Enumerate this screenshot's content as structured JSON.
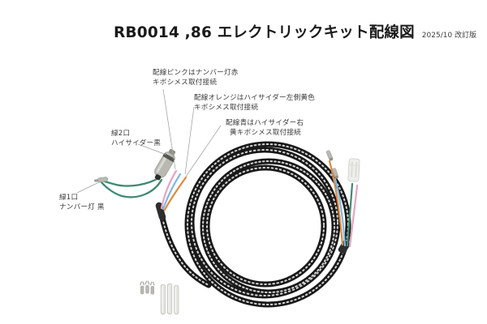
{
  "title": {
    "main": "RB0014 ,86 エレクトリックキット配線図",
    "revision": "2025/10 改訂版"
  },
  "callouts": {
    "pink_wire": {
      "line1": "配線ピンクはナンバー灯赤",
      "line2": "キボシメス取付接続"
    },
    "orange_wire": {
      "line1": "配線オレンジはハイサイダー左側黄色",
      "line2": "キボシメス取付接続"
    },
    "blue_wire": {
      "line1": "配線青はハイサイダー右",
      "line2": "黄キボシメス取付接続"
    },
    "green_two_port": {
      "line1": "緑2口",
      "line2": "ハイサイダー黒"
    },
    "green_one_port": {
      "line1": "緑1口",
      "line2": "ナンバー灯 黒"
    }
  },
  "colors": {
    "harness_black": "#191919",
    "sheath_tape": "#2e2e2c",
    "speckle_white": "#e9e9e9",
    "wire_pink": "#e4a5c4",
    "wire_blue": "#7cb9e5",
    "wire_orange": "#e0893d",
    "wire_green": "#3f8a70",
    "metal_silver": "#b9b9b1",
    "metal_dark": "#55554f",
    "connector_white": "#ededea",
    "sleeve_clear": "#e3e3df",
    "leader_line": "#a0a0a0"
  }
}
